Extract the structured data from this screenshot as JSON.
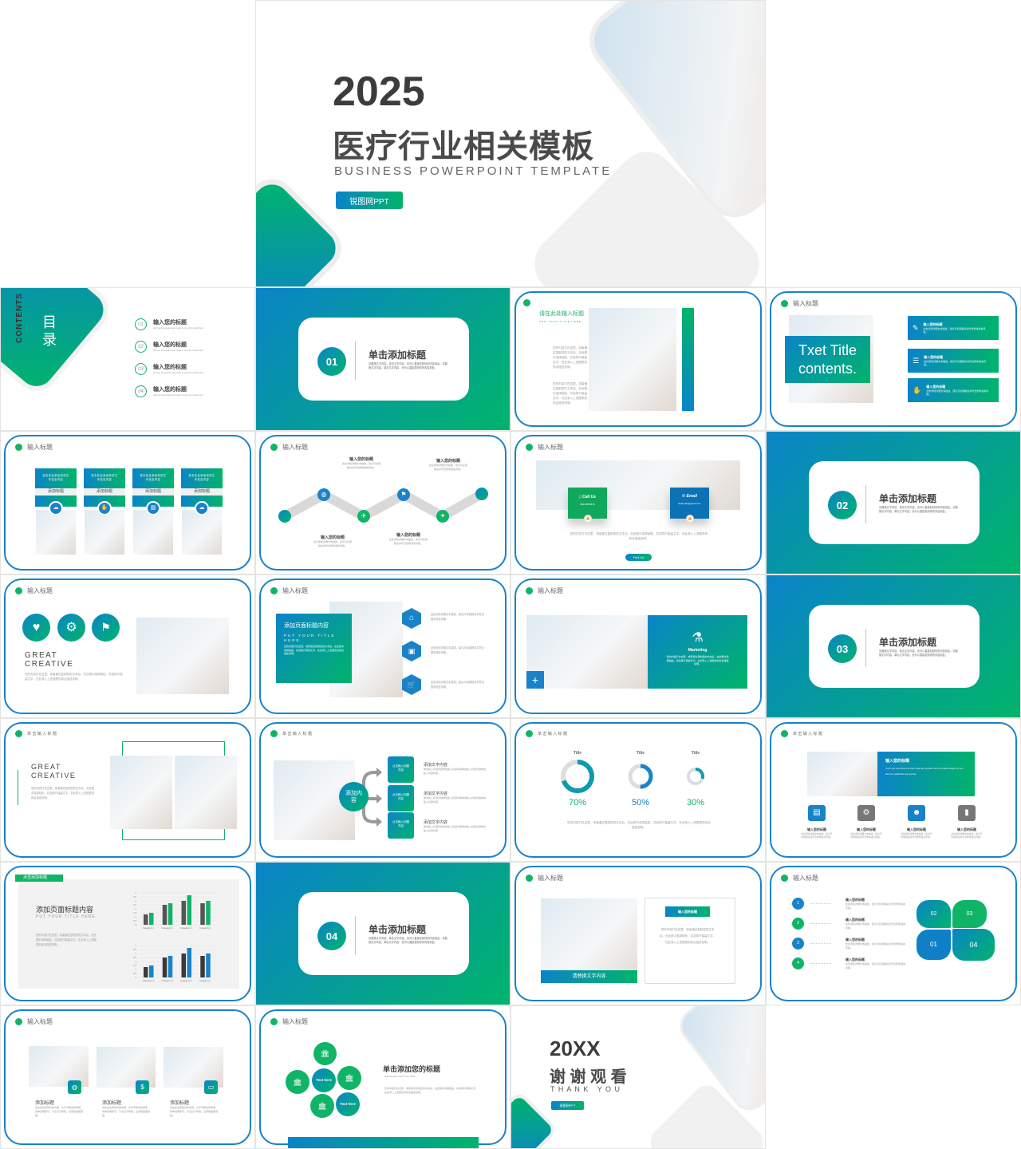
{
  "colors": {
    "blue": "#0a84c8",
    "green": "#00b46a",
    "frame": "#1a82c9",
    "gray": "#555555"
  },
  "cover": {
    "year": "2025",
    "title": "医疗行业相关模板",
    "subtitle": "BUSINESS POWERPOINT TEMPLATE",
    "badge": "锐图网PPT"
  },
  "common": {
    "header": "输入标题",
    "header_spaced": "单 击 输 入 标 题",
    "body": "您的内容打在这里，或者通过复制您的文本后，在此框中选择粘贴，并选择只保留文字。在此录入上述图表的综合描述说明。",
    "short": "此处添加详细文本描述，建议与标题相关并符合整体语言风格。",
    "item_title": "输入您的标题",
    "add_title": "添加标题"
  },
  "contents": {
    "label": "CONTENTS",
    "title": "目录",
    "items": [
      {
        "num": "01",
        "title": "输入您的标题",
        "sub": "print the presentation and make it into a film a wider field"
      },
      {
        "num": "02",
        "title": "输入您的标题",
        "sub": "print the presentation and make it into a film a wider field"
      },
      {
        "num": "03",
        "title": "输入您的标题",
        "sub": "print the presentation and make it into a film a wider field"
      },
      {
        "num": "04",
        "title": "输入您的标题",
        "sub": "print the presentation and make it into a film a wider field"
      }
    ]
  },
  "sections": [
    {
      "num": "01",
      "title": "单击添加标题",
      "desc": "请替换文字内容，单击文字内容，也可以直接复制你的内容到此。请替换文字内容，单击文字内容，也可以直接复制你的内容到此。"
    },
    {
      "num": "02",
      "title": "单击添加标题",
      "desc": "请替换文字内容，单击文字内容，也可以直接复制你的内容到此。请替换文字内容，单击文字内容，也可以直接复制你的内容到此。"
    },
    {
      "num": "03",
      "title": "单击添加标题",
      "desc": "请替换文字内容，单击文字内容，也可以直接复制你的内容到此。请替换文字内容，单击文字内容，也可以直接复制你的内容到此。"
    },
    {
      "num": "04",
      "title": "单击添加标题",
      "desc": "请替换文字内容，单击文字内容，也可以直接复制你的内容到此。请替换文字内容，单击文字内容，也可以直接复制你的内容到此。"
    }
  ],
  "photo_slide": {
    "title": "请在此处输入标题",
    "sub": "ADD YOUR TITLE HERE"
  },
  "txet": {
    "title": "Txet Title contents.",
    "items": [
      {
        "icon": "ticket-icon",
        "title": "输入您的标题"
      },
      {
        "icon": "database-icon",
        "title": "输入您的标题"
      },
      {
        "icon": "hand-icon",
        "title": "输入您的标题"
      }
    ]
  },
  "four_cards": {
    "top": "双击在此添加你的文本信息内容",
    "label": "添加标题",
    "icons": [
      "cloud-icon",
      "hand-coin-icon",
      "chart-icon",
      "cloud-icon"
    ]
  },
  "zigzag": {
    "icons": [
      "globe-icon",
      "plane-icon",
      "sign-icon",
      "rocket-icon"
    ]
  },
  "contact": {
    "call_label": "Call Us",
    "phone": "08133556676",
    "email_label": "Email",
    "email": "Example@gmail.com",
    "button": "Find Us"
  },
  "great": {
    "line1": "GREAT",
    "line2": "CREATIVE",
    "icons": [
      "heart-icon",
      "gear-icon",
      "flag-icon"
    ]
  },
  "hex": {
    "title": "添加页面标题内容",
    "sub": "PUT YOUR TITLE HERE",
    "icons": [
      "home-icon",
      "briefcase-icon",
      "cart-icon"
    ]
  },
  "marketing": {
    "label": "Marketing",
    "plus": "+"
  },
  "flow": {
    "center": "添加内容",
    "box": "点击输入标题内容",
    "item_title": "添加文字内容",
    "item_body": "单击输入标题内容单击输入标题内容单击输入标题内容单击输入标题内容"
  },
  "donuts": [
    {
      "title": "Title",
      "value": 70,
      "label": "70%",
      "color": "#10b466"
    },
    {
      "title": "Title",
      "value": 50,
      "label": "50%",
      "color": "#1a82c9"
    },
    {
      "title": "Title",
      "value": 30,
      "label": "30%",
      "color": "#10b466"
    }
  ],
  "icons4": {
    "banner_title": "输入您的标题",
    "banner_text": "I love you more than I've ever loved any woman. And I've waited longer for you than I've waited for any woman.",
    "icons": [
      "note-icon",
      "gears-icon",
      "head-icon",
      "bar-chart-icon"
    ]
  },
  "bars_slide": {
    "tag": "点击添加标题",
    "title": "添加页面标题内容",
    "sub": "PUT YOUR TITLE HERE"
  },
  "chart_data": [
    {
      "type": "bar",
      "categories": [
        "Category 1",
        "Category 1",
        "Category 1",
        "Category 1"
      ],
      "ylim": [
        0,
        4
      ],
      "yticks": [
        "0",
        "0.5",
        "1",
        "1.5",
        "2",
        "2.5",
        "3",
        "3.5",
        "4"
      ],
      "series": [
        {
          "values": [
            1.3,
            2.5,
            3.0,
            2.7
          ],
          "color": "#555555"
        },
        {
          "values": [
            1.5,
            2.7,
            3.7,
            3.0
          ],
          "color": "#10b466"
        }
      ]
    },
    {
      "type": "bar",
      "categories": [
        "Category 1",
        "Category 1",
        "Category 1",
        "Category 1"
      ],
      "ylim": [
        0,
        4
      ],
      "yticks": [
        "0",
        "0.5",
        "1",
        "1.5",
        "2",
        "2.5",
        "3",
        "3.5",
        "4"
      ],
      "series": [
        {
          "values": [
            1.3,
            2.5,
            3.0,
            2.7
          ],
          "color": "#3a3a3a"
        },
        {
          "values": [
            1.5,
            2.7,
            3.7,
            3.0
          ],
          "color": "#1a82c9"
        }
      ]
    }
  ],
  "photo_box": {
    "caption": "请替换文字内容",
    "box_title": "输入您的标题"
  },
  "leaf": {
    "nums": [
      "1",
      "2",
      "3",
      "4"
    ],
    "petals": [
      "02",
      "03",
      "01",
      "04"
    ]
  },
  "three_cards": {
    "title": "添加标题",
    "body": "请在此处添加具体内容，文字尽量言简意赅，简单说明即可，不必过于繁琐，注意版面美观度。",
    "icons": [
      "globe-icon",
      "dollar-icon",
      "screen-icon"
    ]
  },
  "molecule": {
    "title": "单击添加您的标题",
    "sub": "PLEASE ADD YOUR TITLE HERE",
    "bubble": "Text here",
    "icons": [
      "building-icon",
      "building-icon",
      "building-icon",
      "building-icon"
    ]
  },
  "thanks": {
    "year": "20XX",
    "title": "谢 谢 观 看",
    "sub": "T H A N K   Y O U",
    "badge": "锐图网PPT"
  }
}
